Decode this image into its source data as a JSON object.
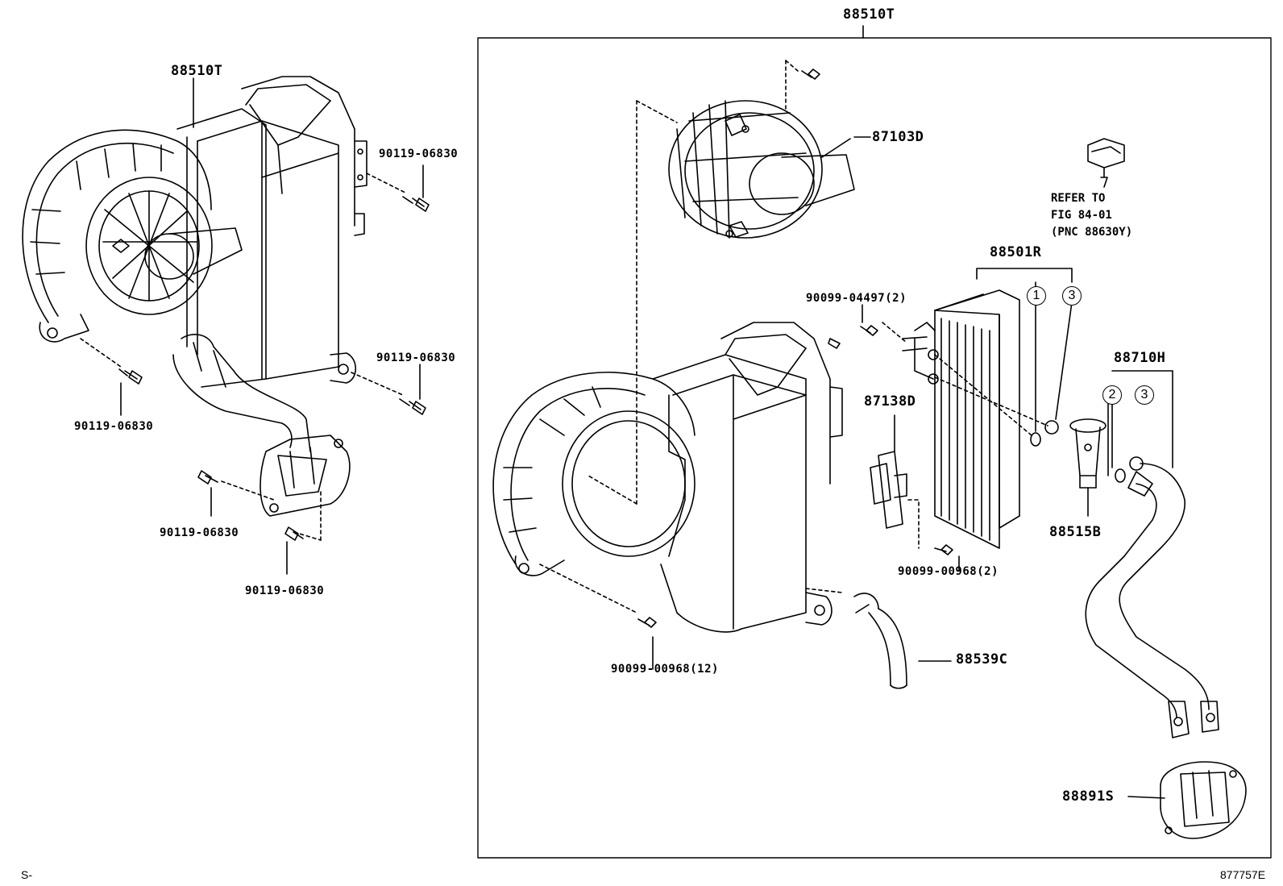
{
  "labels": {
    "top_assembly": "88510T",
    "left_assembly": "88510T",
    "blower_motor": "87103D",
    "refer_to": "REFER TO",
    "refer_fig": "FIG 84-01",
    "refer_pnc": "(PNC 88630Y)",
    "evaporator": "88501R",
    "screw_04497": "90099-04497(2)",
    "pipe_88710h": "88710H",
    "resistor": "87138D",
    "expansion_valve": "88515B",
    "screw_00968_2": "90099-00968(2)",
    "drain_hose": "88539C",
    "screw_00968_12": "90099-00968(12)",
    "grommet": "88891S",
    "bolt_a": "90119-06830",
    "bolt_b": "90119-06830",
    "bolt_c": "90119-06830",
    "bolt_d": "90119-06830",
    "bolt_e": "90119-06830"
  },
  "markers": {
    "circle_1": "1",
    "circle_3a": "3",
    "circle_2": "2",
    "circle_3b": "3"
  },
  "footer": {
    "left": "S-",
    "right": "877757E"
  }
}
